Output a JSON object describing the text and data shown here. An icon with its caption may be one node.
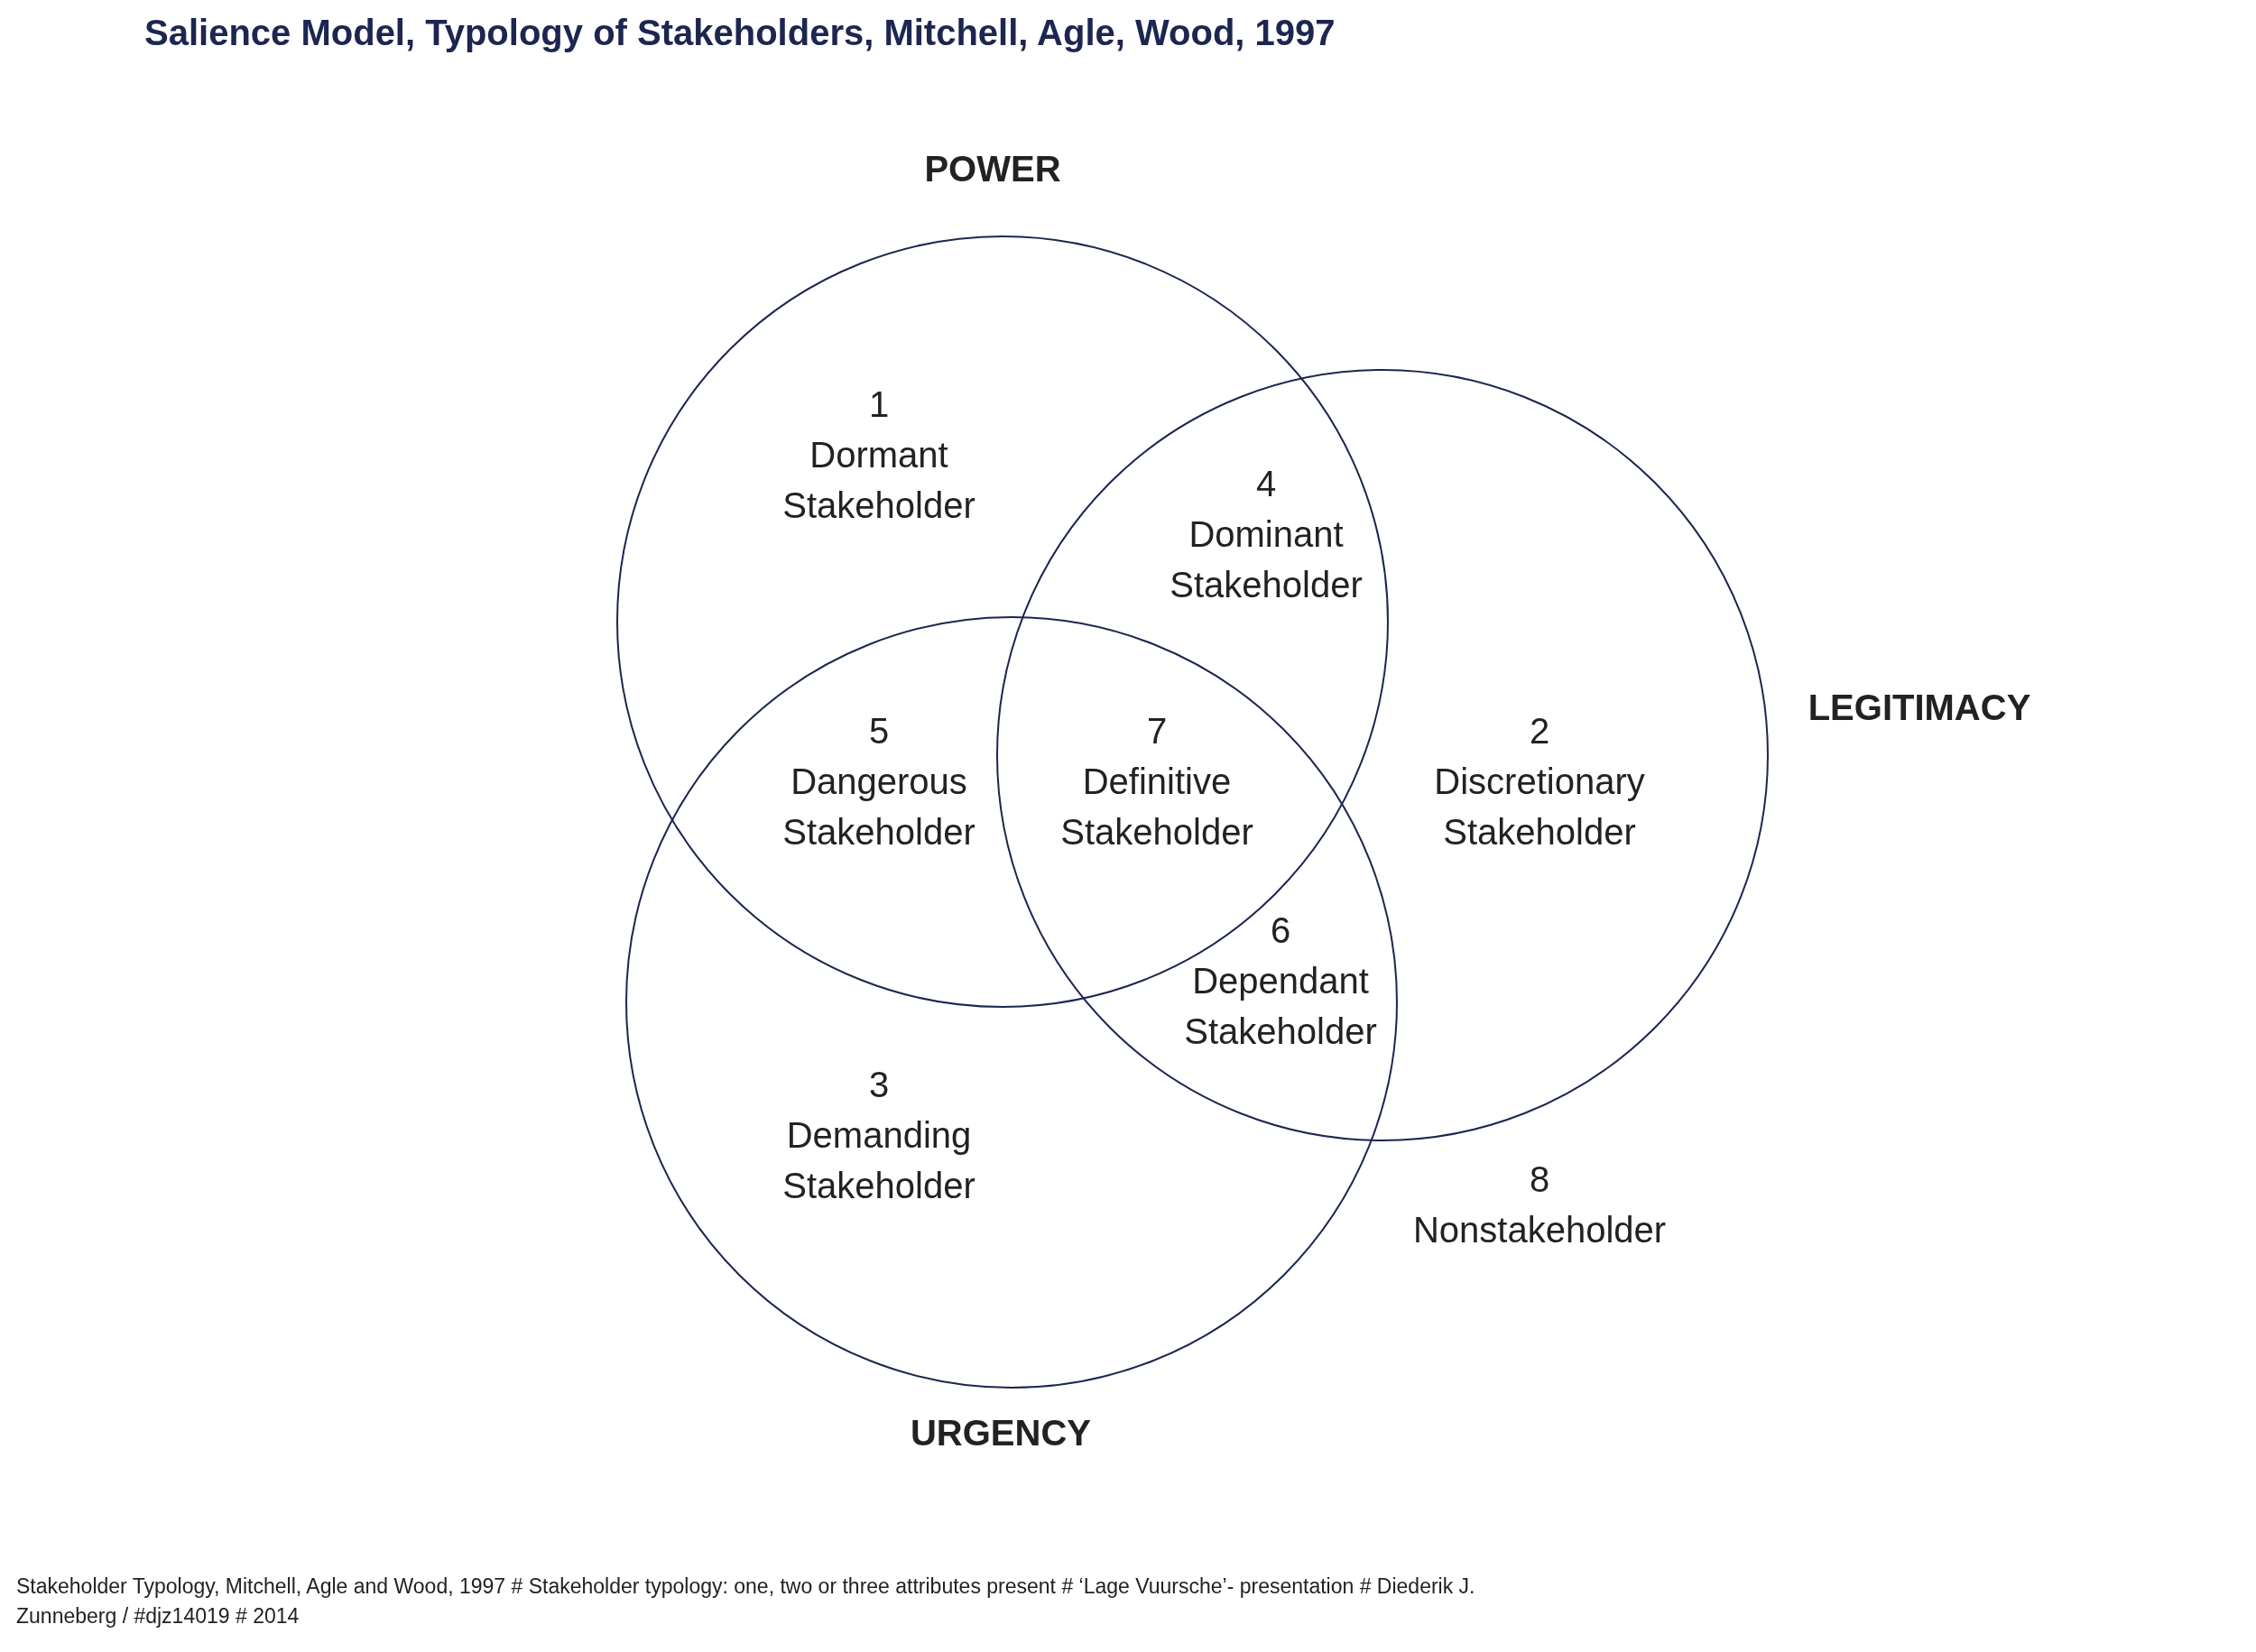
{
  "diagram": {
    "title": "Salience Model, Typology of Stakeholders, Mitchell, Agle, Wood, 1997",
    "caption": "Stakeholder Typology, Mitchell, Agle and Wood, 1997 # Stakeholder typology: one, two or three attributes present # ‘Lage Vuursche’- presentation # Diederik J. Zunneberg / #djz14019 # 2014",
    "nodes": [
      {
        "text": [
          "POWER"
        ]
      },
      {
        "text": [
          "LEGITIMACY"
        ]
      },
      {
        "text": [
          "URGENCY"
        ]
      }
    ],
    "labels": [
      "1",
      "Dormant Stakeholder",
      "4",
      "Dominant Stakeholder",
      "5",
      "Dangerous Stakeholder",
      "7",
      "Definitive Stakeholder",
      "2",
      "Discretionary Stakeholder",
      "6",
      "Dependant Stakeholder",
      "3",
      "Demanding Stakeholder",
      "8",
      "Nonstakeholder"
    ]
  }
}
